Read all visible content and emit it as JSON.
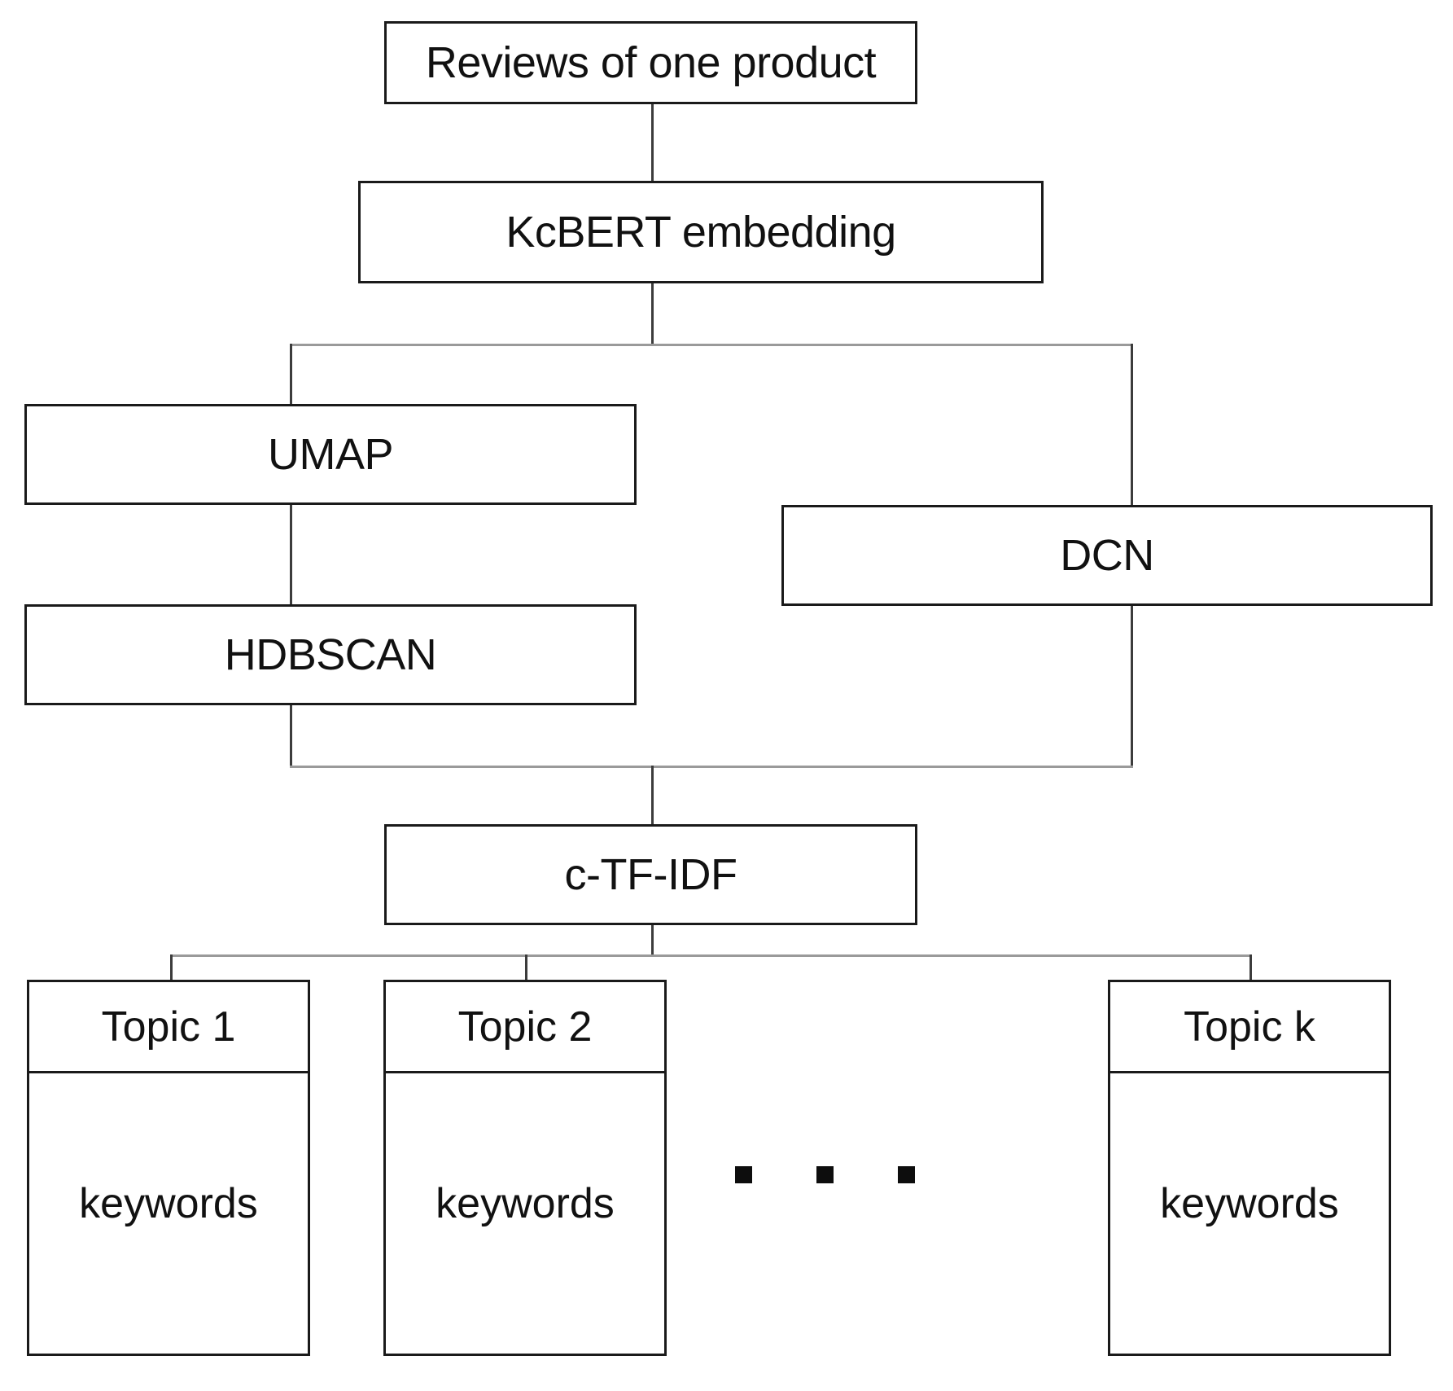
{
  "diagram": {
    "title": "Topic modeling pipeline flowchart",
    "colors": {
      "box_border": "#1a1a1a",
      "connector": "#3c3c3c",
      "connector_light": "#9a9a9a",
      "background": "#ffffff",
      "text": "#111111"
    },
    "nodes": {
      "reviews": "Reviews of one product",
      "kcbert": "KcBERT embedding",
      "umap": "UMAP",
      "hdbscan": "HDBSCAN",
      "dcn": "DCN",
      "ctfidf": "c-TF-IDF"
    },
    "topics": [
      {
        "header": "Topic 1",
        "body": "keywords"
      },
      {
        "header": "Topic 2",
        "body": "keywords"
      },
      {
        "header": "Topic k",
        "body": "keywords"
      }
    ],
    "ellipsis": {
      "glyph": "square-dot",
      "count": 3
    }
  }
}
